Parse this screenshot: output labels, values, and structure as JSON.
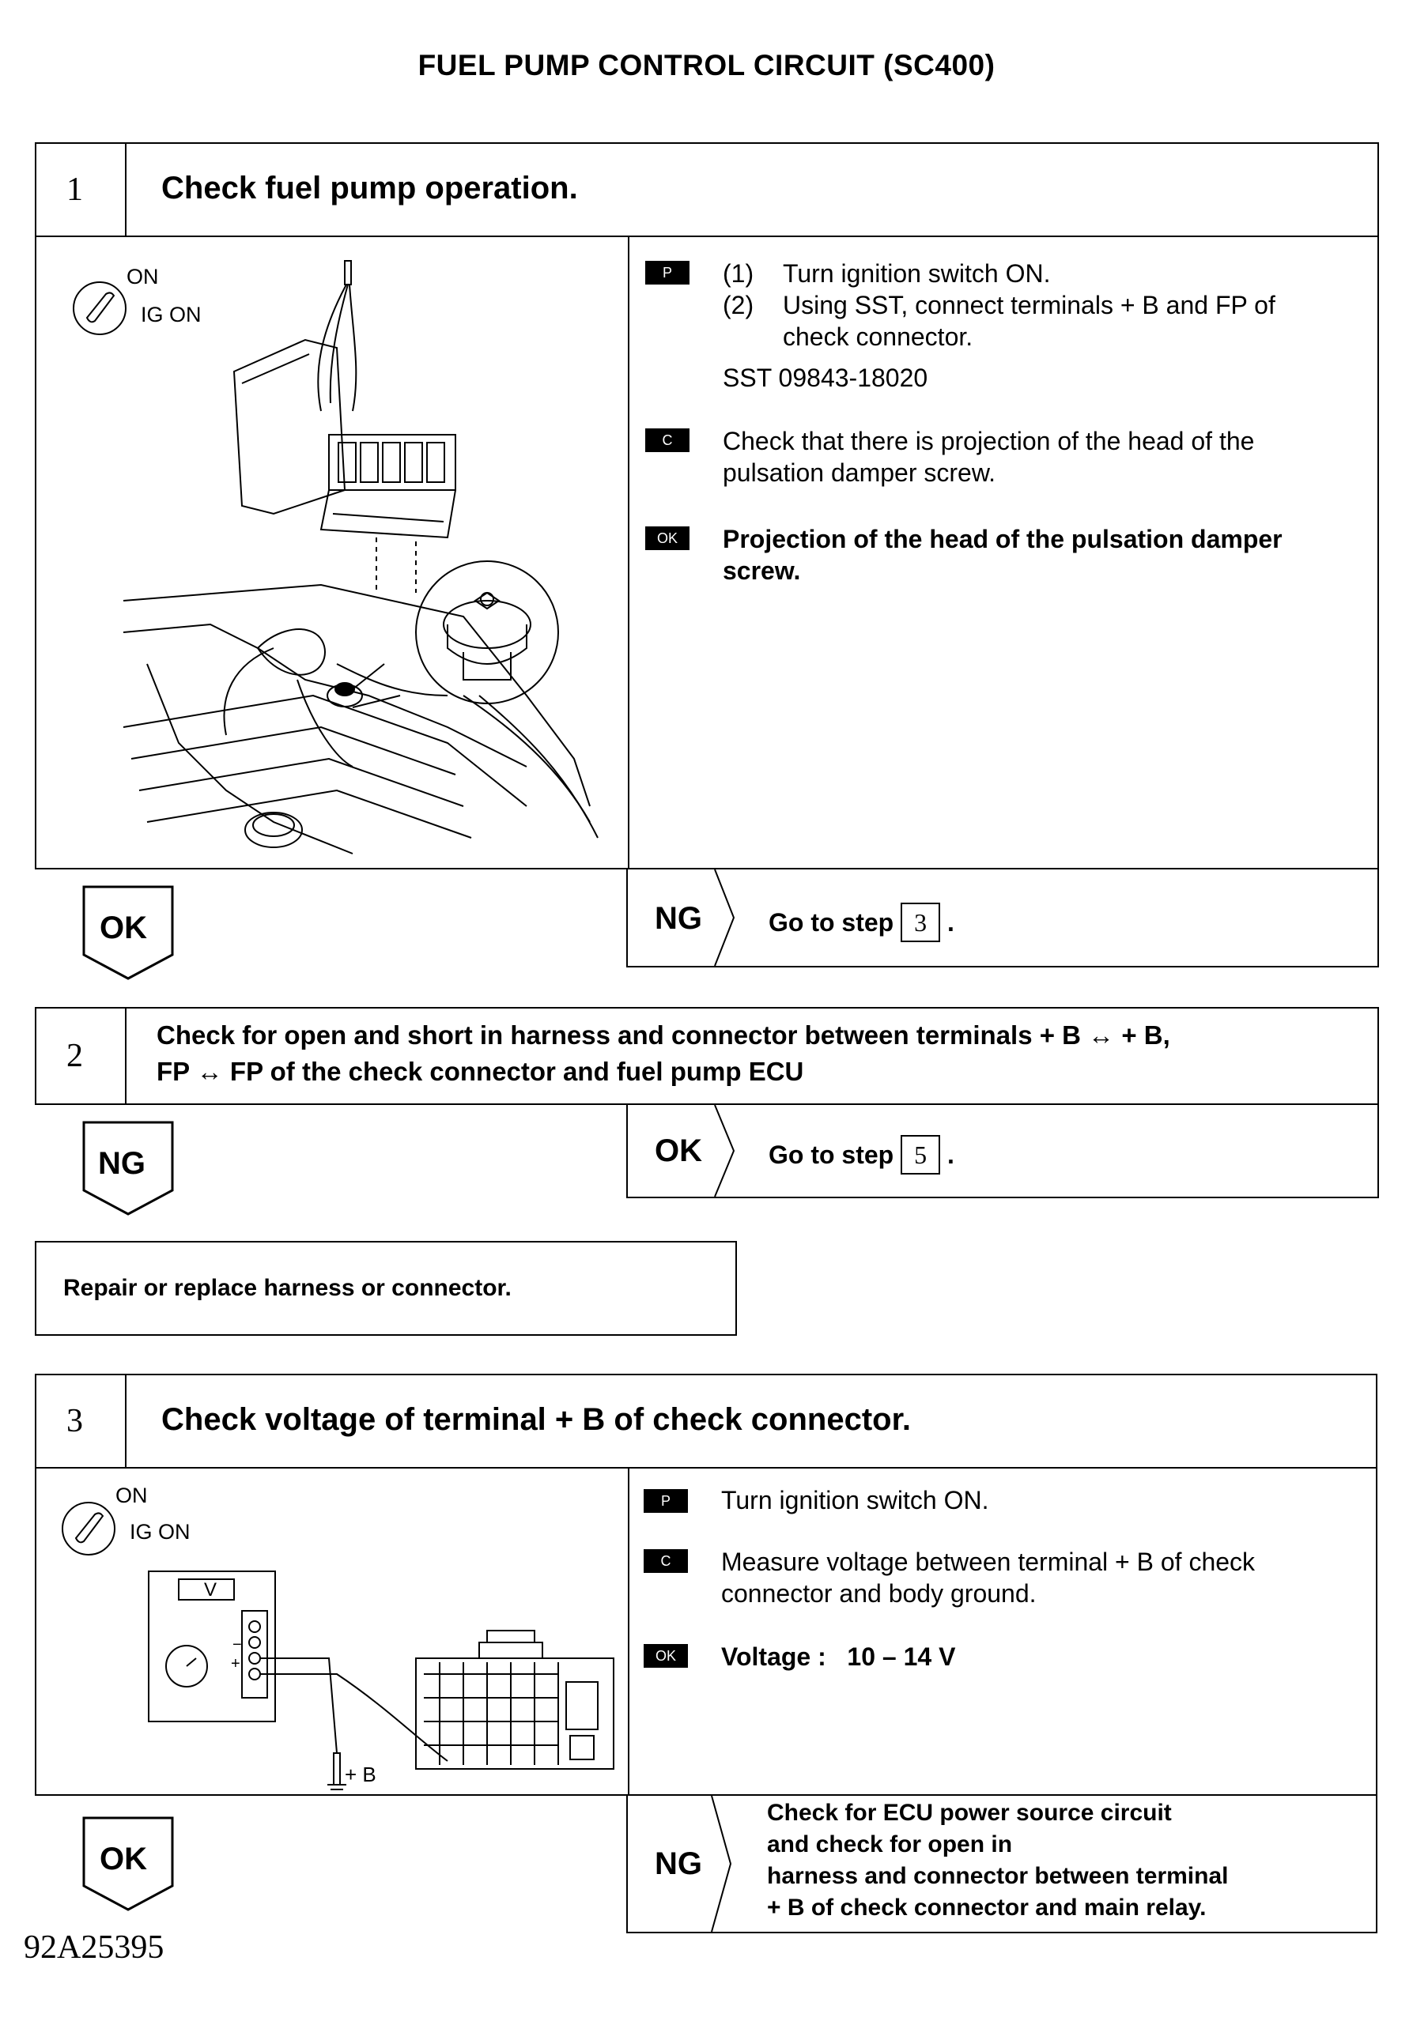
{
  "page_title": "FUEL PUMP CONTROL CIRCUIT (SC400)",
  "step1": {
    "number": "1",
    "heading": "Check fuel pump operation.",
    "ign_on": "ON",
    "ign_ig_on": "IG ON",
    "p_badge": "P",
    "p_item1_num": "(1)",
    "p_item1": "Turn ignition switch ON.",
    "p_item2_num": "(2)",
    "p_item2_line1": "Using SST, connect terminals + B and  FP of",
    "p_item2_line2": "check connector.",
    "sst": "SST 09843-18020",
    "c_badge": "C",
    "c_line1": "Check that there is projection of the head of the",
    "c_line2": "pulsation damper screw.",
    "ok_badge": "OK",
    "ok_line1": "Projection of the head of the pulsation damper",
    "ok_line2": "screw.",
    "ok_arrow": "OK",
    "ng_label": "NG",
    "goto_text": "Go to step",
    "goto_step": "3",
    "goto_dot": "."
  },
  "step2": {
    "number": "2",
    "heading_line1": "Check for open and short in harness and connector between terminals  + B ↔ + B,",
    "heading_line2": "FP ↔ FP of the check connector and fuel pump ECU",
    "ng_arrow": "NG",
    "ok_label": "OK",
    "goto_text": "Go to step",
    "goto_step": "5",
    "goto_dot": ".",
    "repair": "Repair or replace harness or connector."
  },
  "step3": {
    "number": "3",
    "heading": "Check voltage of terminal  + B of check connector.",
    "ign_on": "ON",
    "ign_ig_on": "IG ON",
    "meter_v": "V",
    "meter_minus": "−",
    "meter_plus": "+",
    "plus_b": "+ B",
    "p_badge": "P",
    "p_text": "Turn ignition switch ON.",
    "c_badge": "C",
    "c_line1": "Measure voltage between terminal  + B of check",
    "c_line2": "connector and body ground.",
    "ok_badge": "OK",
    "ok_text": "Voltage :   10 – 14 V",
    "ok_arrow": "OK",
    "ng_label": "NG",
    "ng_line1": "Check for ECU power source circuit",
    "ng_line2": "and check for open in",
    "ng_line3": "harness and connector between terminal",
    "ng_line4": "+ B of check connector and main relay."
  },
  "figure_id": "92A25395"
}
